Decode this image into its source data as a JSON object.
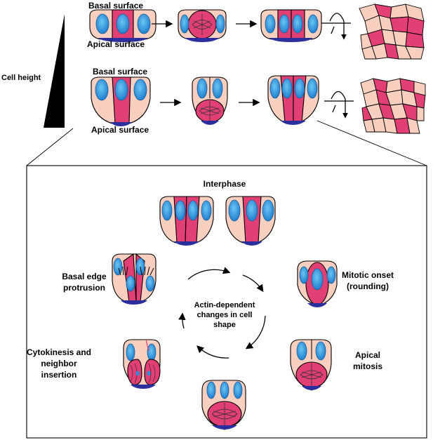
{
  "labels": {
    "basal_surface": "Basal surface",
    "apical_surface": "Apical surface",
    "cell_height": "Cell height",
    "interphase": "Interphase",
    "basal_edge_1": "Basal edge",
    "basal_edge_2": "protrusion",
    "mitotic_onset_1": "Mitotic onset",
    "mitotic_onset_2": "(rounding)",
    "apical_mitosis_1": "Apical",
    "apical_mitosis_2": "mitosis",
    "cytokinesis_1": "Cytokinesis and",
    "cytokinesis_2": "neighbor",
    "cytokinesis_3": "insertion",
    "actin_1": "Actin-dependent",
    "actin_2": "changes in cell",
    "actin_3": "shape"
  },
  "colors": {
    "pale_cell": "#f9cfc0",
    "pink_cell": "#e23f74",
    "nucleus": "#2f8fd6",
    "apical_band": "#2b2f9c"
  }
}
